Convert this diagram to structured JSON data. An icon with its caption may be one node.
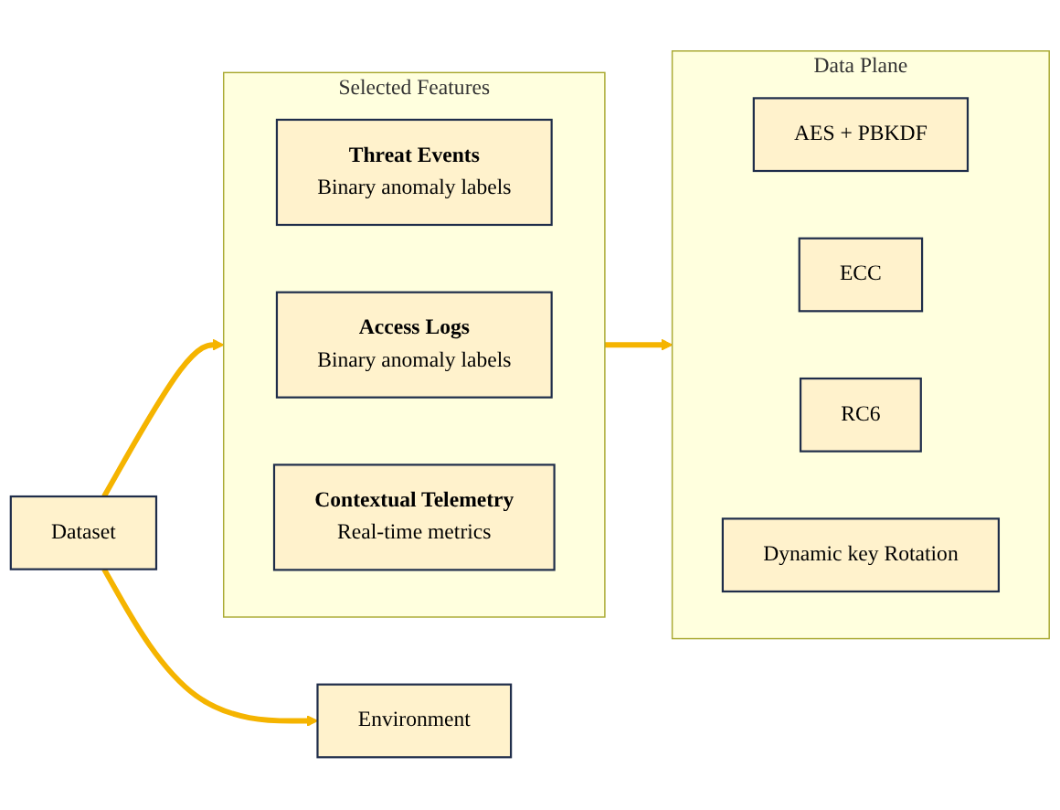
{
  "diagram": {
    "nodes": [
      {
        "text": [
          "Dataset"
        ]
      },
      {
        "text": [
          "Selected Features"
        ]
      },
      {
        "text": [
          "Threat Events",
          "Binary anomaly labels"
        ],
        "in": 1
      },
      {
        "text": [
          "Access Logs",
          "Binary anomaly labels"
        ],
        "in": 1
      },
      {
        "text": [
          "Contextual Telemetry",
          "Real-time metrics"
        ],
        "in": 1
      },
      {
        "text": [
          "Environment"
        ]
      },
      {
        "text": [
          "Data Plane"
        ]
      },
      {
        "text": [
          "AES + PBKDF"
        ],
        "in": 6
      },
      {
        "text": [
          "ECC"
        ],
        "in": 6
      },
      {
        "text": [
          "RC6"
        ],
        "in": 6
      },
      {
        "text": [
          "Dynamic key Rotation"
        ],
        "in": 6
      }
    ],
    "edges": [
      {
        "from": 0,
        "to": 1,
        "arrow": "to"
      },
      {
        "from": 0,
        "to": 5,
        "arrow": "to"
      },
      {
        "from": 1,
        "to": 6,
        "arrow": "to"
      }
    ]
  }
}
